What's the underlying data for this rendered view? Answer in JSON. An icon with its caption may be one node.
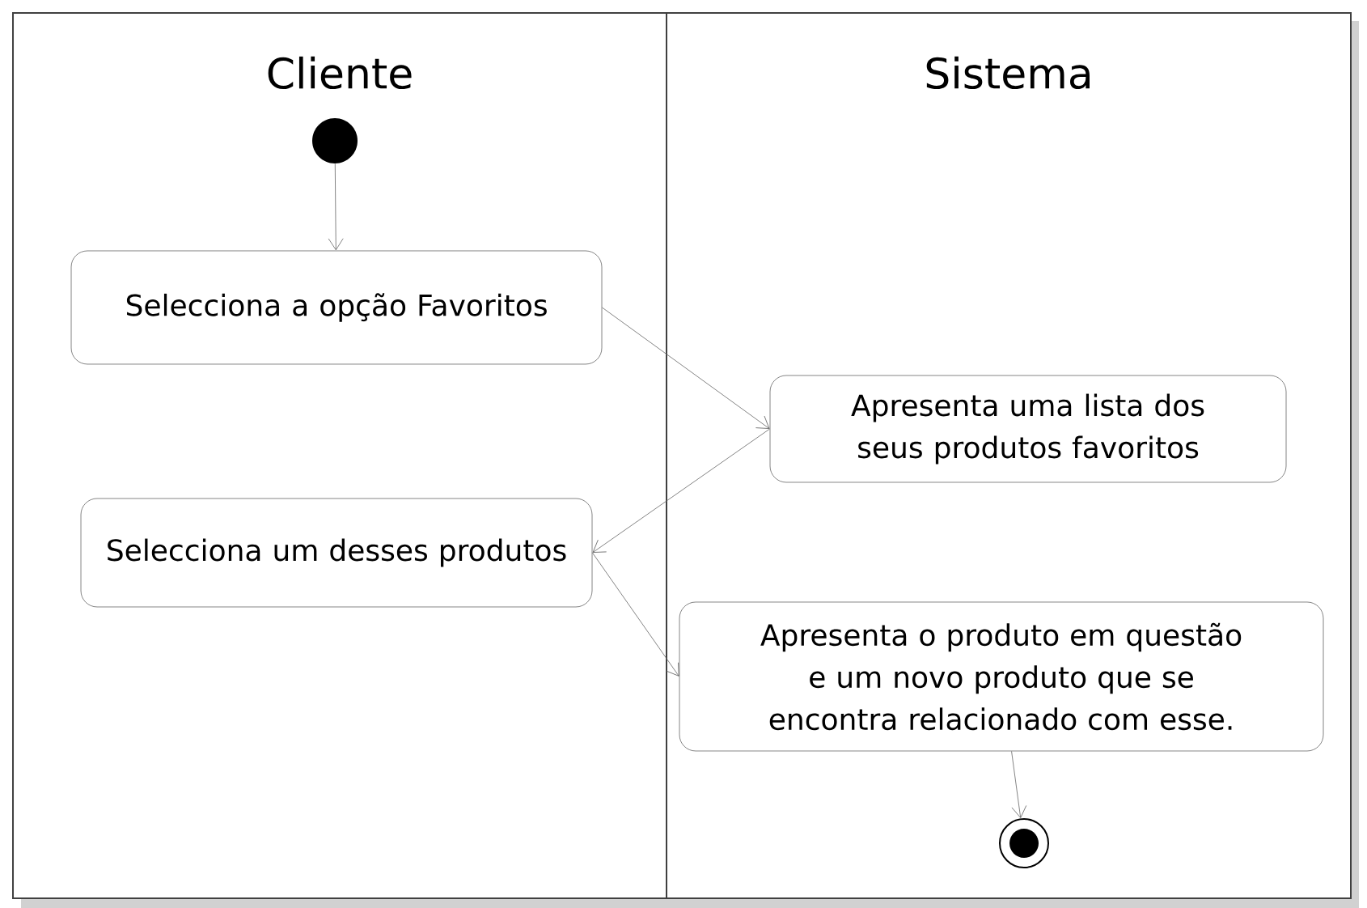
{
  "diagram": {
    "nodes": [
      {
        "text": [
          "Cliente"
        ]
      },
      {
        "text": [
          "Sistema"
        ]
      },
      {
        "text": [],
        "shape": "circle",
        "in": 0
      },
      {
        "text": [
          "Selecciona a opção Favoritos"
        ],
        "in": 0
      },
      {
        "text": [
          "Apresenta uma lista dos seus produtos favoritos"
        ],
        "in": 1
      },
      {
        "text": [
          "Selecciona um desses produtos"
        ],
        "in": 0
      },
      {
        "text": [
          "Apresenta o produto em questão e um novo produto que se encontra relacionado com esse."
        ],
        "in": 1
      },
      {
        "text": [],
        "shape": "circle",
        "in": 1
      }
    ],
    "edges": [
      {
        "from": 2,
        "to": 3,
        "arrow": "to"
      },
      {
        "from": 3,
        "to": 4,
        "arrow": "to"
      },
      {
        "from": 4,
        "to": 5,
        "arrow": "to"
      },
      {
        "from": 5,
        "to": 6,
        "arrow": "to"
      },
      {
        "from": 6,
        "to": 7,
        "arrow": "to"
      }
    ]
  }
}
